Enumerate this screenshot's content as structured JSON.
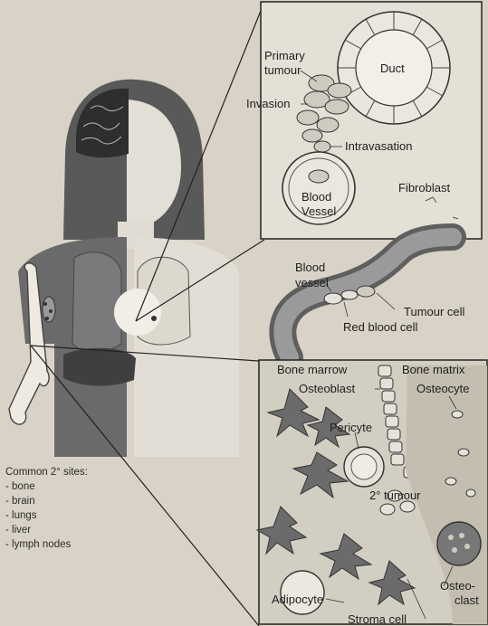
{
  "labels": {
    "primary_tumour_line1": "Primary",
    "primary_tumour_line2": "tumour",
    "duct": "Duct",
    "invasion": "Invasion",
    "intravasation": "Intravasation",
    "blood_vessel_top_line1": "Blood",
    "blood_vessel_top_line2": "Vessel",
    "fibroblast": "Fibroblast",
    "blood_vessel_mid_line1": "Blood",
    "blood_vessel_mid_line2": "vessel",
    "tumour_cell": "Tumour cell",
    "red_blood_cell": "Red blood cell",
    "bone_marrow": "Bone marrow",
    "bone_matrix": "Bone matrix",
    "osteoblast": "Osteoblast",
    "osteocyte": "Osteocyte",
    "pericyte": "Pericyte",
    "secondary_tumour": "2° tumour",
    "adipocyte": "Adipocyte",
    "stroma_cell": "Stroma cell",
    "osteoclast_line1": "Osteo-",
    "osteoclast_line2": "clast"
  },
  "common_sites": {
    "title": "Common 2° sites:",
    "items": [
      "bone",
      "brain",
      "lungs",
      "liver",
      "lymph nodes"
    ]
  }
}
